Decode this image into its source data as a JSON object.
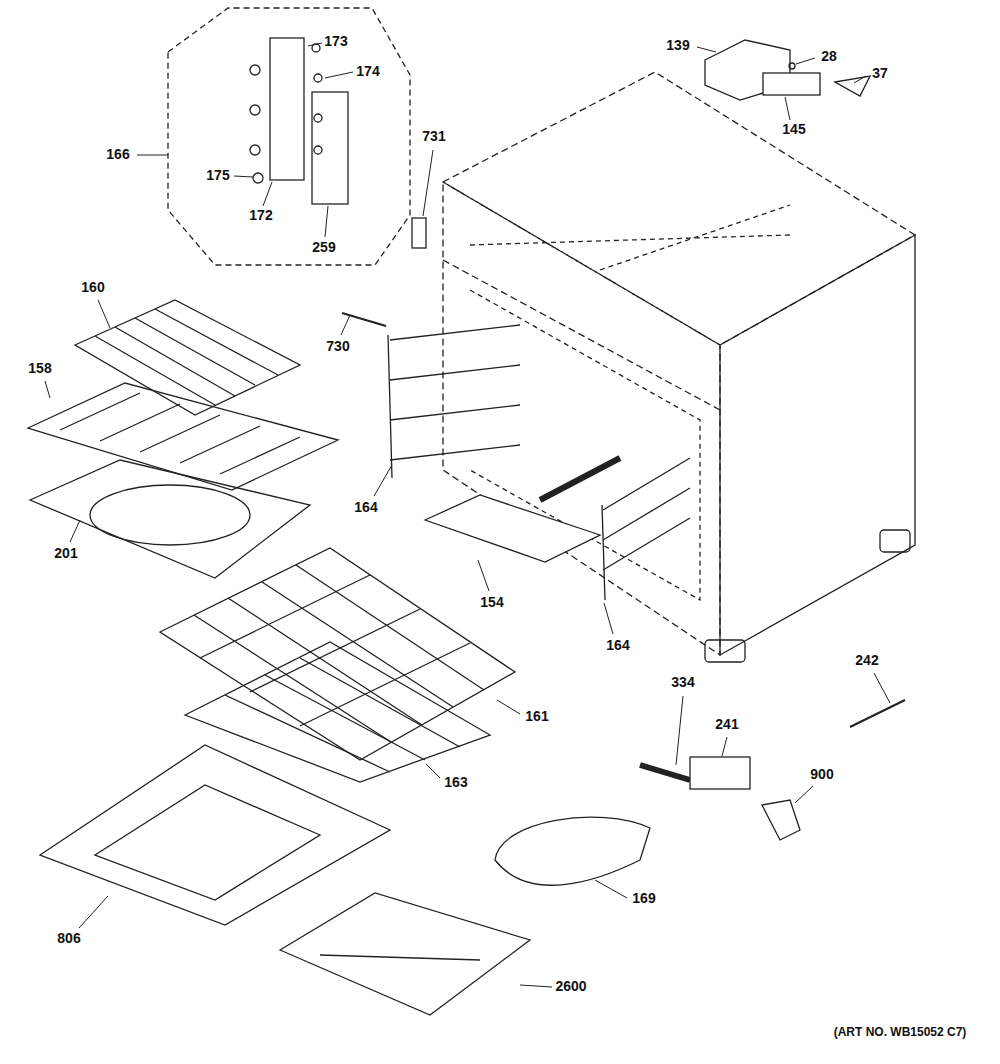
{
  "diagram": {
    "labels": [
      "173",
      "174",
      "166",
      "175",
      "172",
      "259",
      "139",
      "28",
      "37",
      "145",
      "731",
      "160",
      "730",
      "158",
      "164",
      "201",
      "154",
      "164",
      "161",
      "242",
      "334",
      "241",
      "163",
      "900",
      "169",
      "806",
      "2600",
      "(ART NO. WB15052 C7)"
    ]
  }
}
